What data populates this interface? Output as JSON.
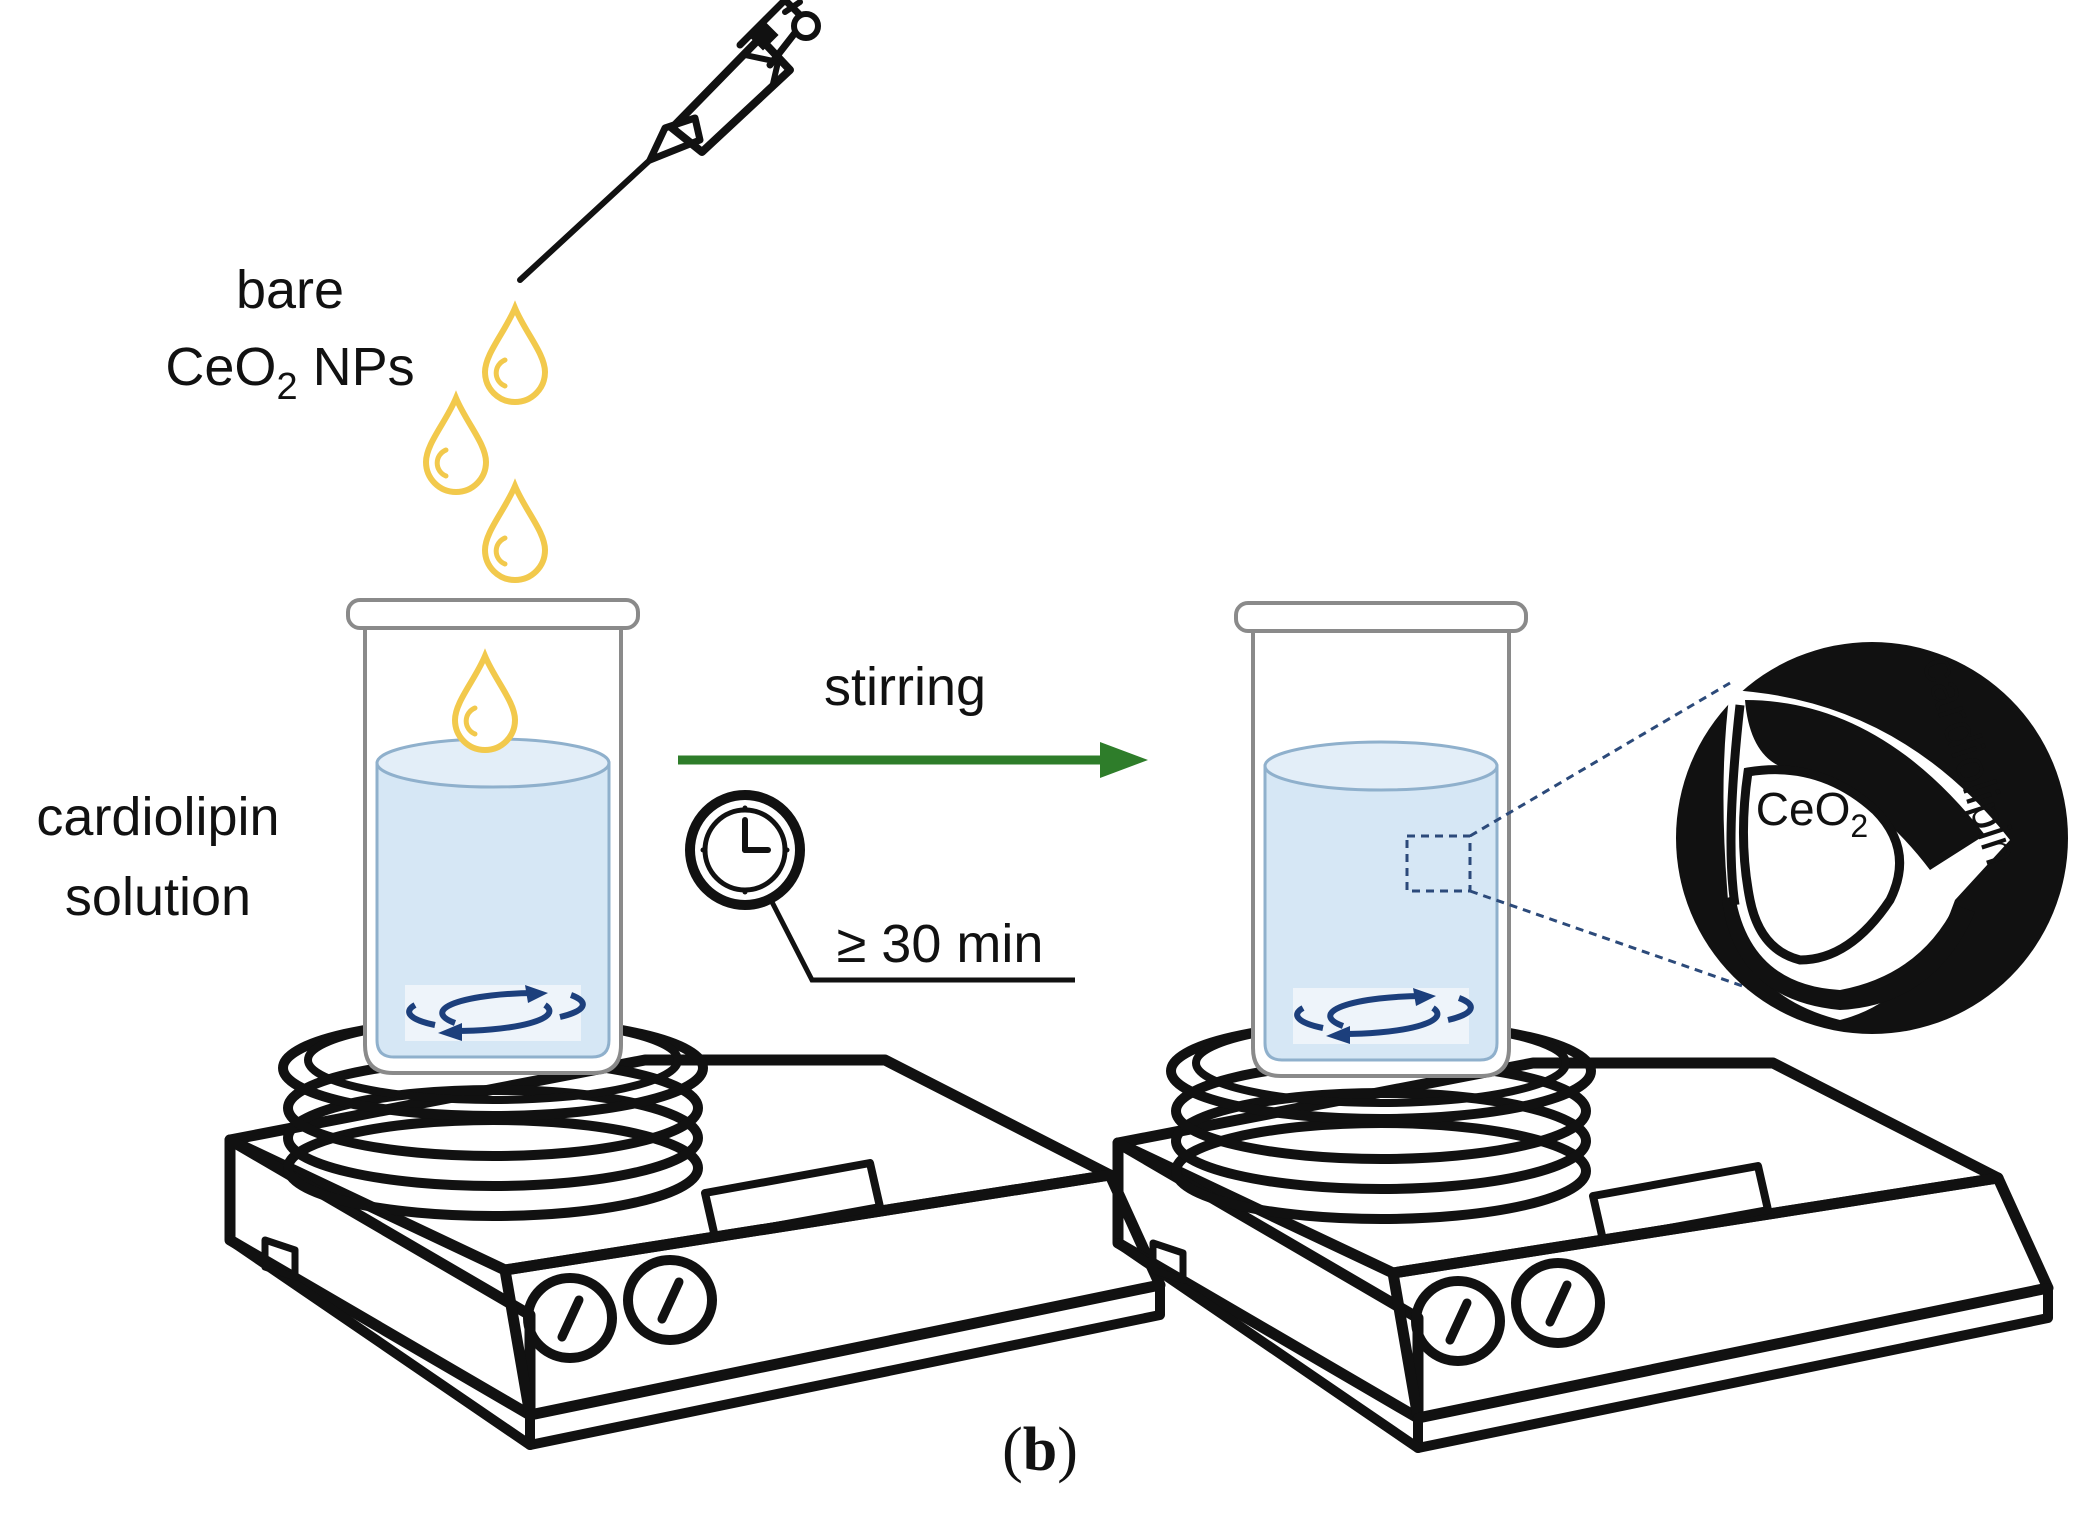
{
  "labels": {
    "bare": "bare",
    "ceo2_np_base": "CeO",
    "ceo2_np_sub": "2",
    "ceo2_np_suffix": " NPs",
    "solution_line1": "cardiolipin",
    "solution_line2": "solution",
    "stirring": "stirring",
    "time": "≥ 30 min",
    "inset_core_base": "CeO",
    "inset_core_sub": "2",
    "inset_shell": "cardiolipin",
    "panel_open": "(",
    "panel_letter": "b",
    "panel_close": ")"
  },
  "colors": {
    "ink": "#111111",
    "droplet": "#f2c94c",
    "liquid": "#d6e7f5",
    "liquid_edge": "#8fb0cc",
    "stir_arrow": "#1c3f7c",
    "process_arrow": "#2e7d2a",
    "glass": "#8a8a8a",
    "leader_line": "#2c4a7a"
  },
  "icons": [
    "pipette-icon",
    "droplet-icon",
    "beaker-icon",
    "hotplate-icon",
    "stir-arrows-icon",
    "clock-icon",
    "arrow-right-icon",
    "nanoparticle-inset-icon"
  ]
}
